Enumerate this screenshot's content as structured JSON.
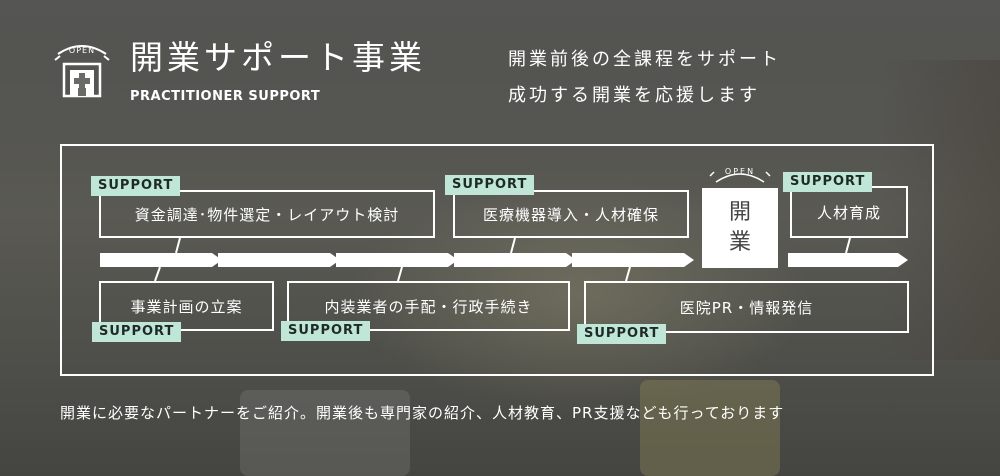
{
  "header": {
    "logo_badge": "OPEN",
    "title": "開業サポート事業",
    "subtitle": "PRACTITIONER SUPPORT",
    "tagline": [
      "開業前後の全課程をサポート",
      "成功する開業を応援します"
    ]
  },
  "diagram": {
    "tag_label": "SUPPORT",
    "top_steps": [
      "資金調達･物件選定・レイアウト検討",
      "医療機器導入・人材確保",
      "人材育成"
    ],
    "bottom_steps": [
      "事業計画の立案",
      "内装業者の手配・行政手続き",
      "医院PR・情報発信"
    ],
    "open_badge": "OPEN",
    "open_label": [
      "開",
      "業"
    ]
  },
  "footer": {
    "text": "開業に必要なパートナーをご紹介。開業後も専門家の紹介、人材教育、PR支援なども行っております"
  },
  "colors": {
    "tag_bg": "#bfe6d6",
    "tag_text": "#1f2a28",
    "line": "#ffffff"
  },
  "icons": [
    "clinic-building-icon"
  ]
}
